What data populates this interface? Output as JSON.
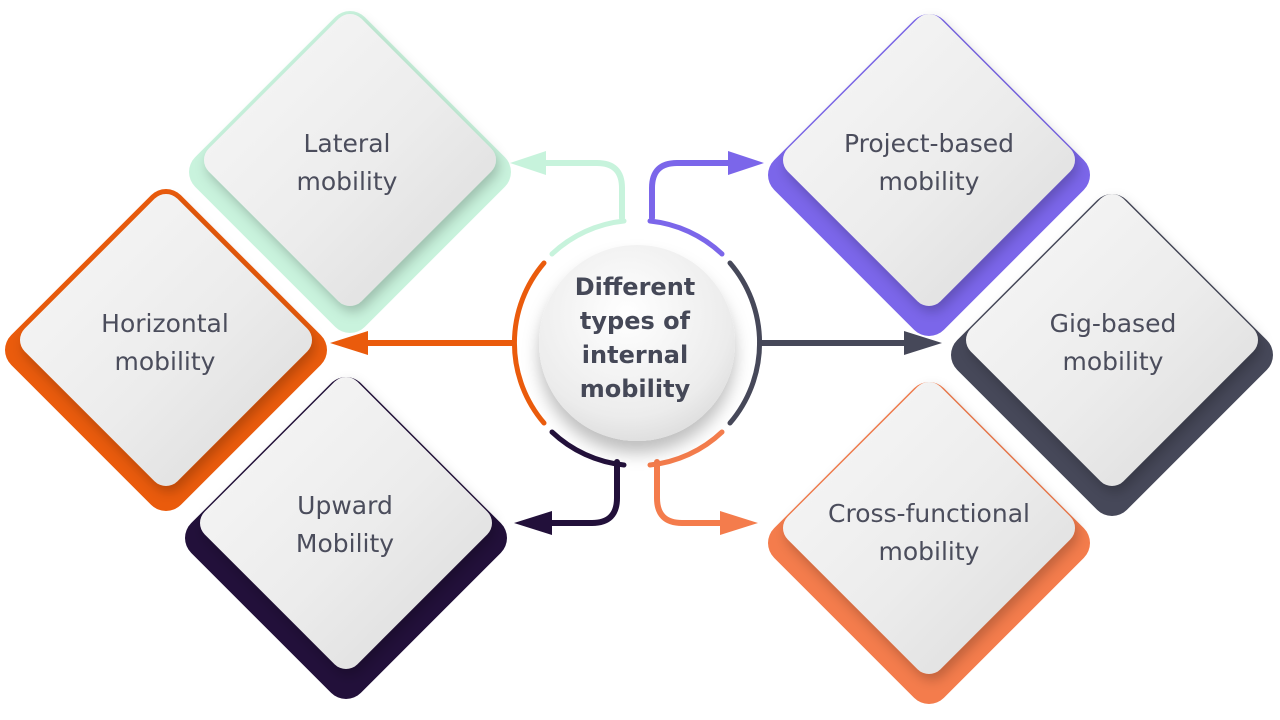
{
  "diagram": {
    "center": {
      "label": "Different\ntypes of\ninternal\nmobility"
    },
    "nodes": [
      {
        "id": "lateral",
        "label": "Lateral\nmobility",
        "color": "#c7f3dc"
      },
      {
        "id": "horizontal",
        "label": "Horizontal\nmobility",
        "color": "#ea5b0c"
      },
      {
        "id": "upward",
        "label": "Upward\nMobility",
        "color": "#22103a"
      },
      {
        "id": "project-based",
        "label": "Project-based\nmobility",
        "color": "#7b66ea"
      },
      {
        "id": "gig-based",
        "label": "Gig-based\nmobility",
        "color": "#464859"
      },
      {
        "id": "cross-functional",
        "label": "Cross-functional\nmobility",
        "color": "#f47c4c"
      }
    ]
  }
}
